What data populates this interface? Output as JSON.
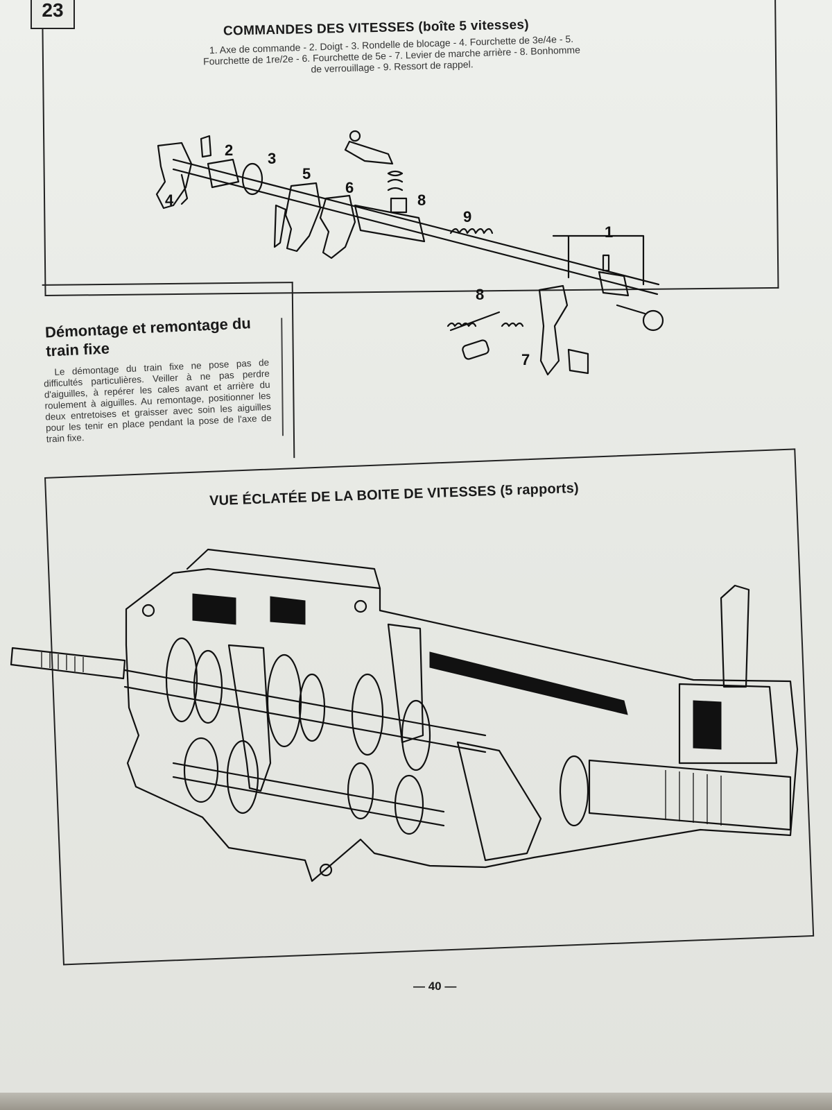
{
  "page": {
    "section_number": "23",
    "top_title": "COMMANDES DES VITESSES (boîte 5 vitesses)",
    "legend_lines": [
      "1. Axe de commande - 2. Doigt - 3. Rondelle de blocage - 4. Fourchette de 3e/4e - 5.",
      "Fourchette de 1re/2e - 6. Fourchette de 5e - 7. Levier de marche arrière - 8. Bonhomme",
      "de verrouillage - 9. Ressort de rappel."
    ],
    "callouts": {
      "c1": "1",
      "c2": "2",
      "c3": "3",
      "c4": "4",
      "c5": "5",
      "c6": "6",
      "c7": "7",
      "c8a": "8",
      "c8b": "8",
      "c9": "9"
    },
    "section_title": "Démontage et remontage du train fixe",
    "section_body": "Le démontage du train fixe ne pose pas de difficultés particulières. Veiller à ne pas perdre d'aiguilles, à repérer les cales avant et arrière du roulement à aiguilles. Au remontage, positionner les deux entretoises et graisser avec soin les aiguilles pour les tenir en place pendant la pose de l'axe de train fixe.",
    "bottom_title": "VUE ÉCLATÉE DE LA BOITE DE VITESSES (5 rapports)",
    "folio": "— 40 —"
  }
}
